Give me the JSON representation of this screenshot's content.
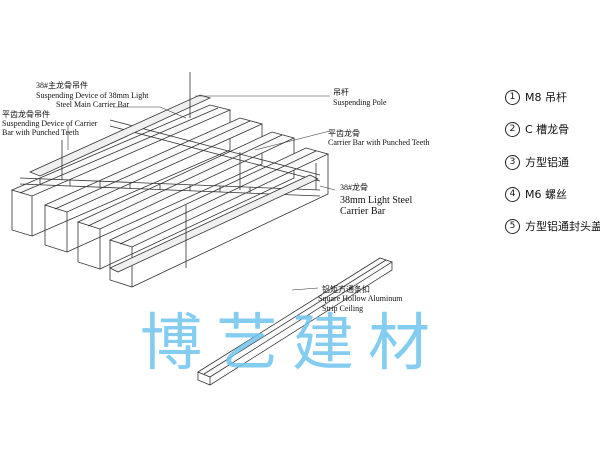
{
  "callouts": {
    "main_hanger_cn": "38#主龙骨吊件",
    "main_hanger_en1": "Suspending Device of 38mm Light",
    "main_hanger_en2": "Steel Main Carrier Bar",
    "carrier_hanger_cn": "平齿龙骨吊件",
    "carrier_hanger_en1": "Suspending Device of Carrier",
    "carrier_hanger_en2": "Bar with Punched Teeth",
    "pole_cn": "吊杆",
    "pole_en": "Suspending Pole",
    "carrier_cn": "平齿龙骨",
    "carrier_en": "Carrier Bar with Punched Teeth",
    "main_bar_cn": "38#龙骨",
    "main_bar_en1": "38mm Light Steel",
    "main_bar_en2": "Carrier Bar",
    "strip_cn": "铝矩方通条扣",
    "strip_en1": "Square Hollow Aluminum",
    "strip_en2": "Strip Ceiling"
  },
  "legend": [
    {
      "num": "1",
      "text": "M8 吊杆"
    },
    {
      "num": "2",
      "text": "C 槽龙骨"
    },
    {
      "num": "3",
      "text": "方型铝通"
    },
    {
      "num": "4",
      "text": "M6 螺丝"
    },
    {
      "num": "5",
      "text": "方型铝通封头盖"
    }
  ],
  "watermark": "博艺建材",
  "colors": {
    "line": "#333333",
    "watermark": "#6fc4ee"
  }
}
